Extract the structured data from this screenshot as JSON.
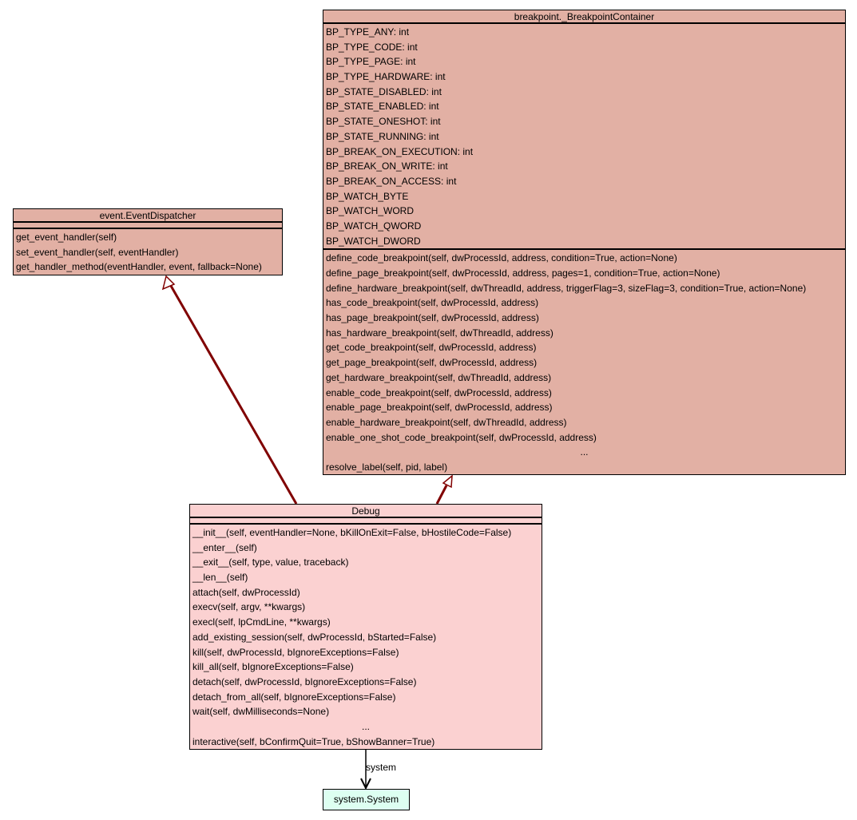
{
  "colors": {
    "base_class_fill": "#e2b0a4",
    "debug_fill": "#fbd1d1",
    "system_fill": "#ddfff1",
    "inheritance_edge": "#800000",
    "association_edge": "#000000"
  },
  "classes": {
    "breakpoint_container": {
      "name": "breakpoint._BreakpointContainer",
      "attributes": [
        "BP_TYPE_ANY: int",
        "BP_TYPE_CODE: int",
        "BP_TYPE_PAGE: int",
        "BP_TYPE_HARDWARE: int",
        "BP_STATE_DISABLED: int",
        "BP_STATE_ENABLED: int",
        "BP_STATE_ONESHOT: int",
        "BP_STATE_RUNNING: int",
        "BP_BREAK_ON_EXECUTION: int",
        "BP_BREAK_ON_WRITE: int",
        "BP_BREAK_ON_ACCESS: int",
        "BP_WATCH_BYTE",
        "BP_WATCH_WORD",
        "BP_WATCH_QWORD",
        "BP_WATCH_DWORD"
      ],
      "operations": [
        "define_code_breakpoint(self, dwProcessId, address, condition=True, action=None)",
        "define_page_breakpoint(self, dwProcessId, address, pages=1, condition=True, action=None)",
        "define_hardware_breakpoint(self, dwThreadId, address, triggerFlag=3, sizeFlag=3, condition=True, action=None)",
        "has_code_breakpoint(self, dwProcessId, address)",
        "has_page_breakpoint(self, dwProcessId, address)",
        "has_hardware_breakpoint(self, dwThreadId, address)",
        "get_code_breakpoint(self, dwProcessId, address)",
        "get_page_breakpoint(self, dwProcessId, address)",
        "get_hardware_breakpoint(self, dwThreadId, address)",
        "enable_code_breakpoint(self, dwProcessId, address)",
        "enable_page_breakpoint(self, dwProcessId, address)",
        "enable_hardware_breakpoint(self, dwThreadId, address)",
        "enable_one_shot_code_breakpoint(self, dwProcessId, address)",
        "...",
        "resolve_label(self, pid, label)"
      ]
    },
    "event_dispatcher": {
      "name": "event.EventDispatcher",
      "attributes": [],
      "operations": [
        "get_event_handler(self)",
        "set_event_handler(self, eventHandler)",
        "get_handler_method(eventHandler, event, fallback=None)"
      ]
    },
    "debug": {
      "name": "Debug",
      "attributes": [],
      "operations": [
        "__init__(self, eventHandler=None, bKillOnExit=False, bHostileCode=False)",
        "__enter__(self)",
        "__exit__(self, type, value, traceback)",
        "__len__(self)",
        "attach(self, dwProcessId)",
        "execv(self, argv, **kwargs)",
        "execl(self, lpCmdLine, **kwargs)",
        "add_existing_session(self, dwProcessId, bStarted=False)",
        "kill(self, dwProcessId, bIgnoreExceptions=False)",
        "kill_all(self, bIgnoreExceptions=False)",
        "detach(self, dwProcessId, bIgnoreExceptions=False)",
        "detach_from_all(self, bIgnoreExceptions=False)",
        "wait(self, dwMilliseconds=None)",
        "...",
        "interactive(self, bConfirmQuit=True, bShowBanner=True)"
      ]
    },
    "system": {
      "name": "system.System"
    }
  },
  "edges": [
    {
      "type": "inheritance",
      "from": "Debug",
      "to": "event.EventDispatcher"
    },
    {
      "type": "inheritance",
      "from": "Debug",
      "to": "breakpoint._BreakpointContainer"
    },
    {
      "type": "association",
      "from": "Debug",
      "to": "system.System",
      "label": "system"
    }
  ]
}
